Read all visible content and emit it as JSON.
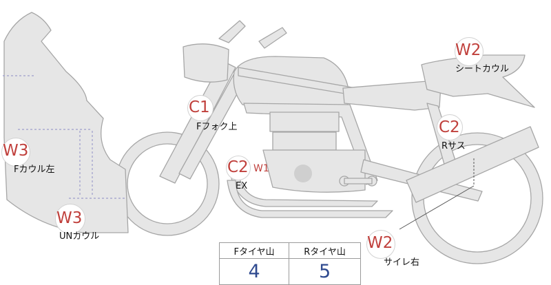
{
  "labels": {
    "c1_fork": {
      "code": "C1",
      "text": "Fフォク上"
    },
    "c2_ex": {
      "code": "C2",
      "sub": "W1",
      "text": "EX"
    },
    "c2_rear_susp": {
      "code": "C2",
      "text": "Rサス"
    },
    "w2_seat_cowl": {
      "code": "W2",
      "text": "シートカウル"
    },
    "w2_muffler": {
      "code": "W2",
      "text": "サイレ右"
    },
    "w3_left_cowl": {
      "code": "W3",
      "text": "Fカウル左"
    },
    "w3_under_cowl": {
      "code": "W3",
      "text": "UNカウル"
    }
  },
  "tire_table": {
    "headers": [
      "Fタイヤ山",
      "Rタイヤ山"
    ],
    "values": [
      "4",
      "5"
    ]
  },
  "colors": {
    "body_fill": "#e6e6e6",
    "outline": "#a6a6a6",
    "code_red": "#c0403c",
    "value_blue": "#2f4a8f"
  }
}
